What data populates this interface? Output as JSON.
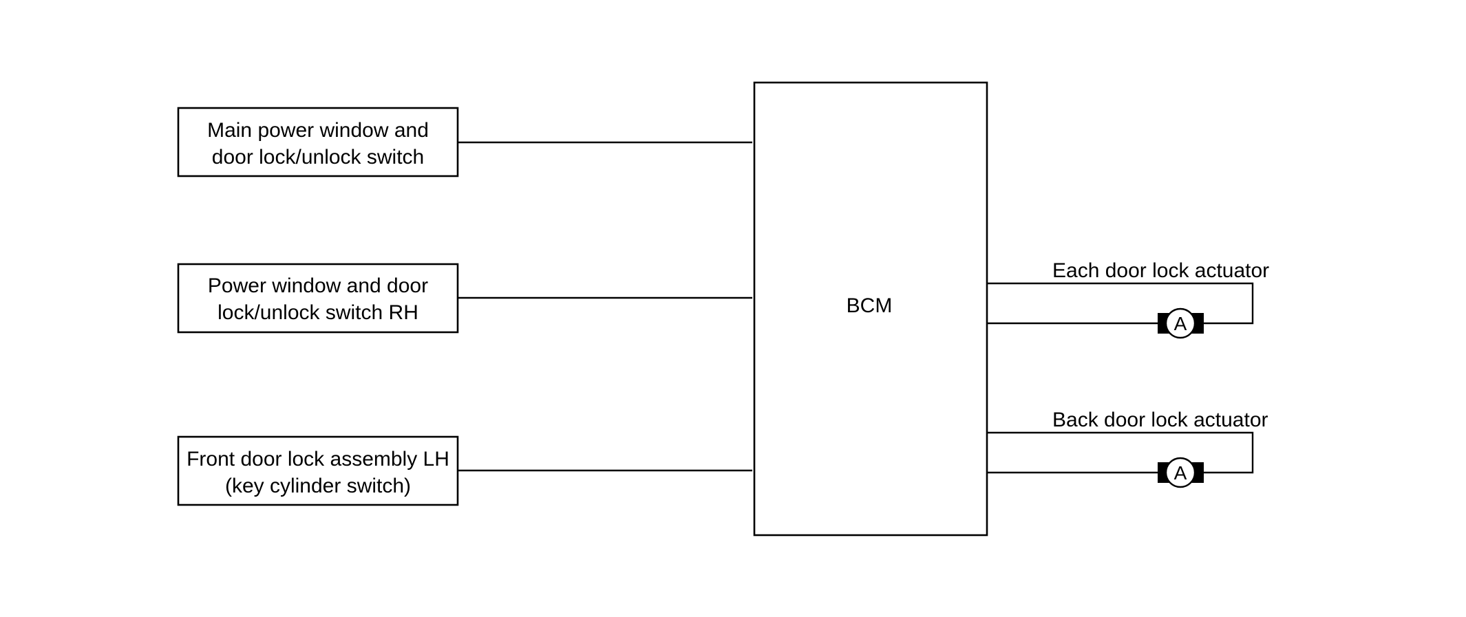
{
  "diagram": {
    "inputs": [
      {
        "line1": "Main power window and",
        "line2": "door lock/unlock switch"
      },
      {
        "line1": "Power window and door",
        "line2": "lock/unlock switch RH"
      },
      {
        "line1": "Front door lock assembly LH",
        "line2": "(key cylinder switch)"
      }
    ],
    "controller": {
      "label": "BCM"
    },
    "outputs": [
      {
        "label": "Each door lock actuator",
        "motor_symbol": "A"
      },
      {
        "label": "Back door lock actuator",
        "motor_symbol": "A"
      }
    ]
  }
}
